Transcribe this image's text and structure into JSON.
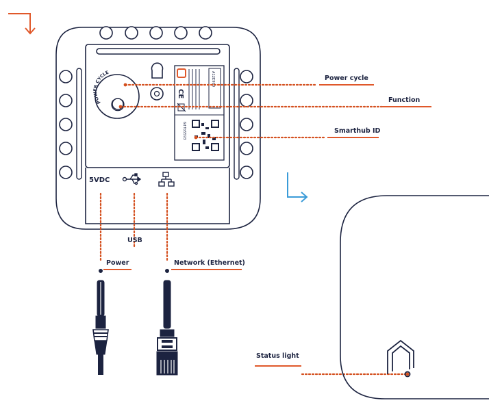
{
  "labels": {
    "power_cycle": "Power cycle",
    "function": "Function",
    "smarthub_id": "Smarthub ID",
    "usb": "USB",
    "power": "Power",
    "network": "Network (Ethernet)",
    "status_light": "Status light"
  },
  "device": {
    "port_5vdc": "5VDC",
    "power_cycle_button_text": "POWER CYCLE",
    "id_sticker": "A12E999",
    "id_serial": "6dfb5593",
    "ce_mark": "CE"
  },
  "colors": {
    "outline": "#1c2340",
    "accent_orange": "#e0582a",
    "accent_blue": "#3a9bd8",
    "dotted_line": "#d4501f",
    "label_underline": "#e0582a"
  }
}
